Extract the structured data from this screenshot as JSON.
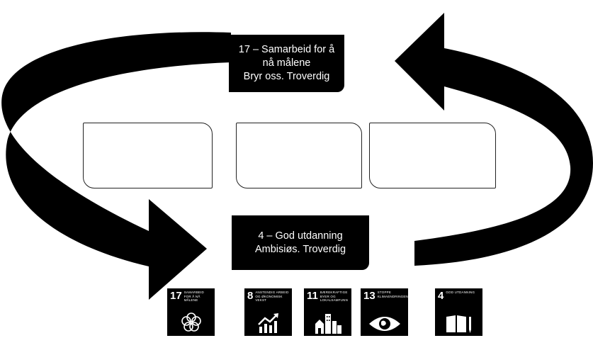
{
  "top_box": {
    "line1": "17 – Samarbeid for å",
    "line2": "nå målene",
    "line3": "Bryr oss. Troverdig"
  },
  "bottom_box": {
    "line1": "4 – God utdanning",
    "line2": "Ambisiøs. Troverdig"
  },
  "panels": [
    "",
    "",
    ""
  ],
  "sdg_icons": [
    {
      "number": "17",
      "title": "Samarbeid for å nå målene",
      "icon": "flower-rings-icon"
    },
    {
      "number": "8",
      "title": "Anstendig arbeid og økonomisk vekst",
      "icon": "growth-chart-icon"
    },
    {
      "number": "11",
      "title": "Bærekraftige byer og lokalsamfunn",
      "icon": "city-buildings-icon"
    },
    {
      "number": "13",
      "title": "Stoppe klimaendringene",
      "icon": "eye-globe-icon"
    },
    {
      "number": "4",
      "title": "God utdanning",
      "icon": "book-pencil-icon"
    }
  ],
  "colors": {
    "foreground": "#000000",
    "background": "#ffffff"
  }
}
